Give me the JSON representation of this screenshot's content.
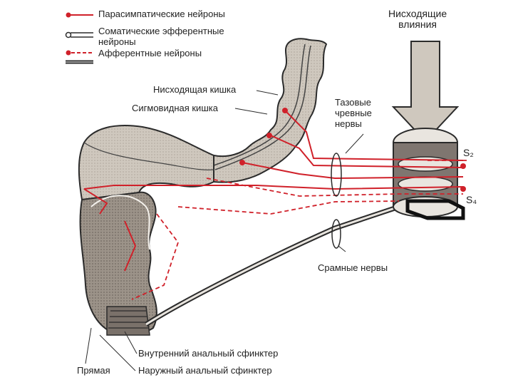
{
  "colors": {
    "parasympathetic": "#d0212a",
    "somatic": "#444444",
    "afferent": "#d0212a",
    "efferent_cable": "#333333",
    "tissue": "#c9c2b8",
    "tissue_dark": "#8e857b",
    "outline": "#2b2b2b"
  },
  "legend": [
    {
      "label": "Парасимпатические нейроны",
      "style": "solid-red-dot"
    },
    {
      "label": "Соматические эфферентные\nнейроны",
      "style": "hollow-line"
    },
    {
      "label": "Афферентные нейроны",
      "style": "dashed-red-dot"
    },
    {
      "label": "",
      "style": "dark-cable"
    }
  ],
  "labels": {
    "descending_influences": "Нисходящие\nвлияния",
    "descending_colon": "Нисходящая кишка",
    "sigmoid_colon": "Сигмовидная кишка",
    "pelvic_nerves": "Тазовые\nчревные\nнервы",
    "s2": "S₂",
    "s4": "S₄",
    "pudendal_nerves": "Срамные нервы",
    "internal_sphincter": "Внутренний анальный сфинктер",
    "external_sphincter": "Наружный анальный сфинктер",
    "rectum": "Прямая"
  }
}
